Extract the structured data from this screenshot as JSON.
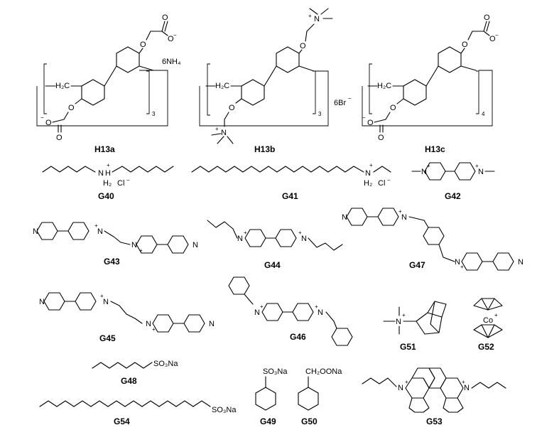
{
  "labels": {
    "H13a": "H13a",
    "H13b": "H13b",
    "H13c": "H13c",
    "G40": "G40",
    "G41": "G41",
    "G42": "G42",
    "G43": "G43",
    "G44": "G44",
    "G47": "G47",
    "G45": "G45",
    "G46": "G46",
    "G51": "G51",
    "G52": "G52",
    "G48": "G48",
    "G49": "G49",
    "G50": "G50",
    "G53": "G53",
    "G54": "G54"
  },
  "atoms": {
    "O": "O",
    "N": "N",
    "plus": "+",
    "minus": "−",
    "H2C": "H₂C",
    "H2": "H₂",
    "H": "H",
    "Cl": "Cl",
    "Co": "Co",
    "SO3Na": "SO₃Na",
    "CH2OONa": "CH₂OONa"
  },
  "counterions": {
    "H13a": "6NH₄",
    "H13b": "6Br",
    "H13b_charge": "−"
  },
  "repeats": {
    "H13a": "3",
    "H13b": "3",
    "H13c": "4"
  }
}
